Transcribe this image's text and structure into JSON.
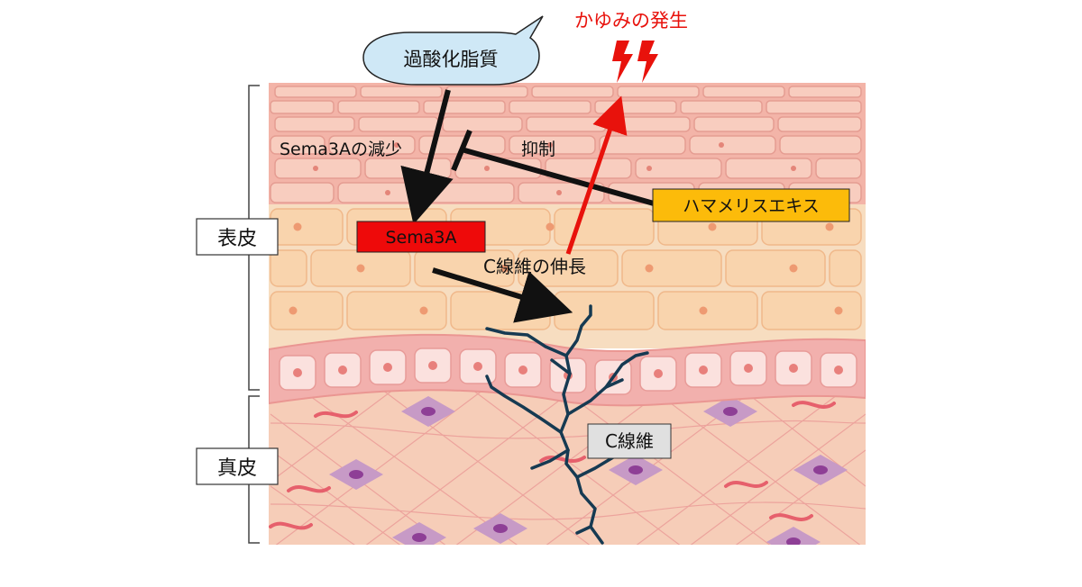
{
  "labels": {
    "itch": "かゆみの発生",
    "peroxide": "過酸化脂質",
    "sema_decrease": "Sema3Aの減少",
    "inhibit": "抑制",
    "hamamelis": "ハマメリスエキス",
    "sema": "Sema3A",
    "fiber_extension": "C線維の伸長",
    "epidermis": "表皮",
    "dermis": "真皮",
    "c_fiber": "C線維"
  },
  "colors": {
    "itch_red": "#e8120c",
    "sema_box": "#ee0a0a",
    "hamamelis_box": "#fcbb0a",
    "bubble": "#cfe8f6",
    "nerve": "#163a52",
    "arrow": "#111111"
  }
}
